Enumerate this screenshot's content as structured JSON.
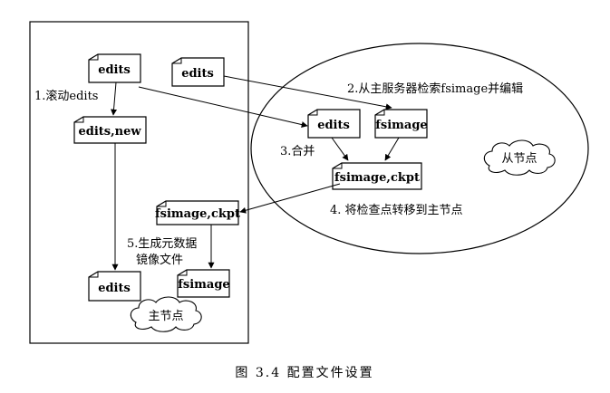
{
  "diagram": {
    "master_box_cloud": "主节点",
    "secondary_ellipse_cloud": "从节点",
    "documents": {
      "edits_master_top": "edits",
      "edits_new": "edits,new",
      "edits_master_bottom": "edits",
      "edits_right": "edits",
      "edits_secondary": "edits",
      "fsimage_secondary": "fsimage",
      "fsimage_ckpt_secondary": "fsimage,ckpt",
      "fsimage_ckpt_master": "fsimage,ckpt",
      "fsimage_master": "fsimage"
    },
    "steps": {
      "step1": "1.滚动edits",
      "step2": "2.从主服务器检索fsimage并编辑",
      "step3": "3.合并",
      "step4": "4. 将检查点转移到主节点",
      "step5_line1": "5.生成元数据",
      "step5_line2": "镜像文件"
    }
  },
  "caption": "图 3.4   配置文件设置"
}
